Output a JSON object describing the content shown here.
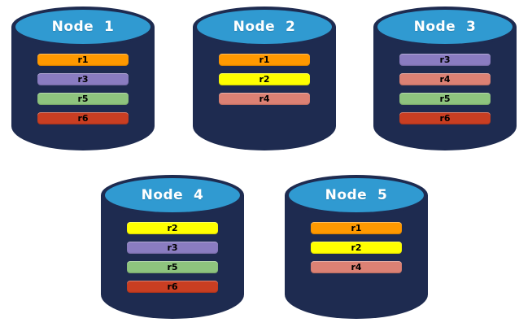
{
  "theme": {
    "background": "#ffffff",
    "cylinder_body": "#1E2B50",
    "cylinder_cap": "#309AD1",
    "title_color": "#ffffff",
    "bar_text_color": "#000000"
  },
  "replica_colors": {
    "r1": "#FF9900",
    "r2": "#FFFF00",
    "r3": "#8A7CC1",
    "r4": "#DC8174",
    "r5": "#8EC47E",
    "r6": "#C93E22"
  },
  "nodes": [
    {
      "label": "Node  1",
      "replicas": [
        {
          "label": "r1",
          "color": "#FF9900"
        },
        {
          "label": "r3",
          "color": "#8A7CC1"
        },
        {
          "label": "r5",
          "color": "#8EC47E"
        },
        {
          "label": "r6",
          "color": "#C93E22"
        }
      ]
    },
    {
      "label": "Node  2",
      "replicas": [
        {
          "label": "r1",
          "color": "#FF9900"
        },
        {
          "label": "r2",
          "color": "#FFFF00"
        },
        {
          "label": "r4",
          "color": "#DC8174"
        }
      ]
    },
    {
      "label": "Node  3",
      "replicas": [
        {
          "label": "r3",
          "color": "#8A7CC1"
        },
        {
          "label": "r4",
          "color": "#DC8174"
        },
        {
          "label": "r5",
          "color": "#8EC47E"
        },
        {
          "label": "r6",
          "color": "#C93E22"
        }
      ]
    },
    {
      "label": "Node  4",
      "replicas": [
        {
          "label": "r2",
          "color": "#FFFF00"
        },
        {
          "label": "r3",
          "color": "#8A7CC1"
        },
        {
          "label": "r5",
          "color": "#8EC47E"
        },
        {
          "label": "r6",
          "color": "#C93E22"
        }
      ]
    },
    {
      "label": "Node  5",
      "replicas": [
        {
          "label": "r1",
          "color": "#FF9900"
        },
        {
          "label": "r2",
          "color": "#FFFF00"
        },
        {
          "label": "r4",
          "color": "#DC8174"
        }
      ]
    }
  ]
}
